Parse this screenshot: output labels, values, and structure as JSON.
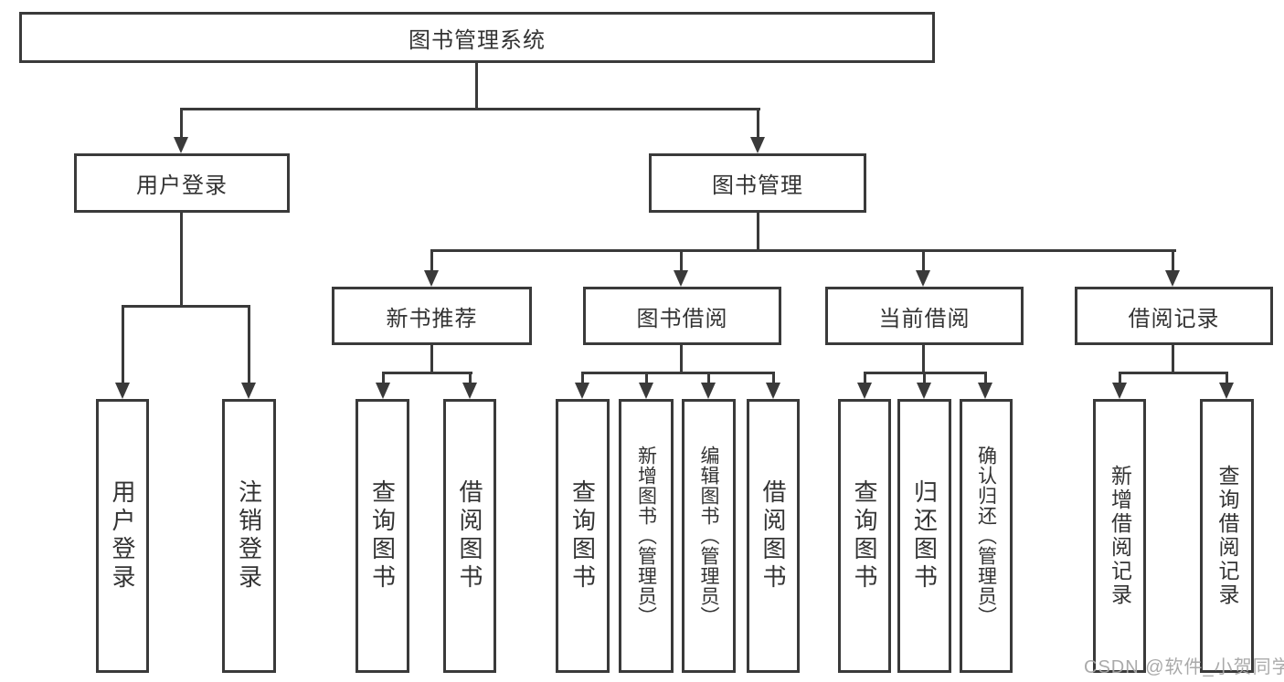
{
  "diagram": {
    "type": "tree",
    "root": {
      "label": "图书管理系统"
    },
    "level2": [
      {
        "label": "用户登录"
      },
      {
        "label": "图书管理"
      }
    ],
    "level3": [
      {
        "label": "新书推荐",
        "parent": "图书管理"
      },
      {
        "label": "图书借阅",
        "parent": "图书管理"
      },
      {
        "label": "当前借阅",
        "parent": "图书管理"
      },
      {
        "label": "借阅记录",
        "parent": "图书管理"
      }
    ],
    "leaves": [
      {
        "label": "用户登录",
        "parent": "用户登录"
      },
      {
        "label": "注销登录",
        "parent": "用户登录"
      },
      {
        "label": "查询图书",
        "parent": "新书推荐"
      },
      {
        "label": "借阅图书",
        "parent": "新书推荐"
      },
      {
        "label": "查询图书",
        "parent": "图书借阅"
      },
      {
        "label": "新增图书（管理员）",
        "parent": "图书借阅"
      },
      {
        "label": "编辑图书（管理员）",
        "parent": "图书借阅"
      },
      {
        "label": "借阅图书",
        "parent": "图书借阅"
      },
      {
        "label": "查询图书",
        "parent": "当前借阅"
      },
      {
        "label": "归还图书",
        "parent": "当前借阅"
      },
      {
        "label": "确认归还（管理员）",
        "parent": "当前借阅"
      },
      {
        "label": "新增借阅记录",
        "parent": "借阅记录"
      },
      {
        "label": "查询借阅记录",
        "parent": "借阅记录"
      }
    ]
  },
  "watermark": {
    "text": "CSDN @软件_小贺同学"
  },
  "colors": {
    "line": "#3a3a3a",
    "text": "#333333",
    "watermark": "#a5a5a5",
    "background": "#ffffff"
  }
}
